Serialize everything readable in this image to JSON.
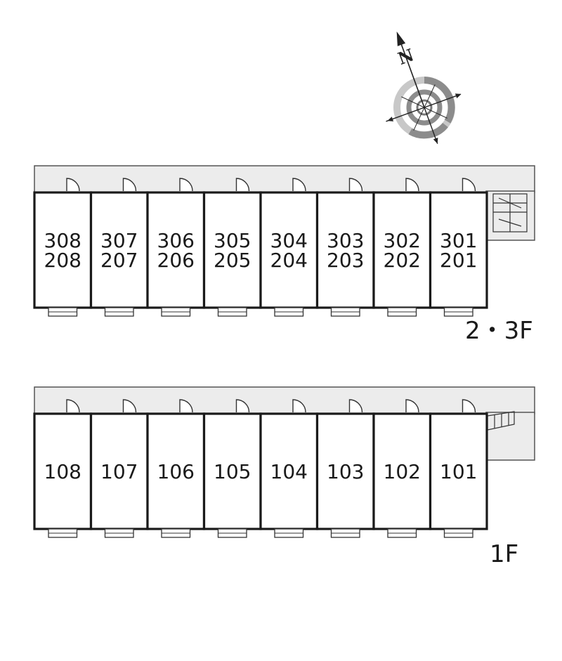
{
  "compass": {
    "label": "N"
  },
  "upper_block": {
    "floor_label": "2・3F",
    "units": [
      {
        "lines": [
          "308",
          "208"
        ]
      },
      {
        "lines": [
          "307",
          "207"
        ]
      },
      {
        "lines": [
          "306",
          "206"
        ]
      },
      {
        "lines": [
          "305",
          "205"
        ]
      },
      {
        "lines": [
          "304",
          "204"
        ]
      },
      {
        "lines": [
          "303",
          "203"
        ]
      },
      {
        "lines": [
          "302",
          "202"
        ]
      },
      {
        "lines": [
          "301",
          "201"
        ]
      }
    ]
  },
  "lower_block": {
    "floor_label": "1F",
    "units": [
      {
        "lines": [
          "108"
        ]
      },
      {
        "lines": [
          "107"
        ]
      },
      {
        "lines": [
          "106"
        ]
      },
      {
        "lines": [
          "105"
        ]
      },
      {
        "lines": [
          "104"
        ]
      },
      {
        "lines": [
          "103"
        ]
      },
      {
        "lines": [
          "102"
        ]
      },
      {
        "lines": [
          "101"
        ]
      }
    ]
  },
  "colors": {
    "corridor": "#ececec",
    "wall": "#1a1a1a",
    "compass_ring": "#8c8c8c",
    "compass_ring_light": "#c8c8c8"
  }
}
